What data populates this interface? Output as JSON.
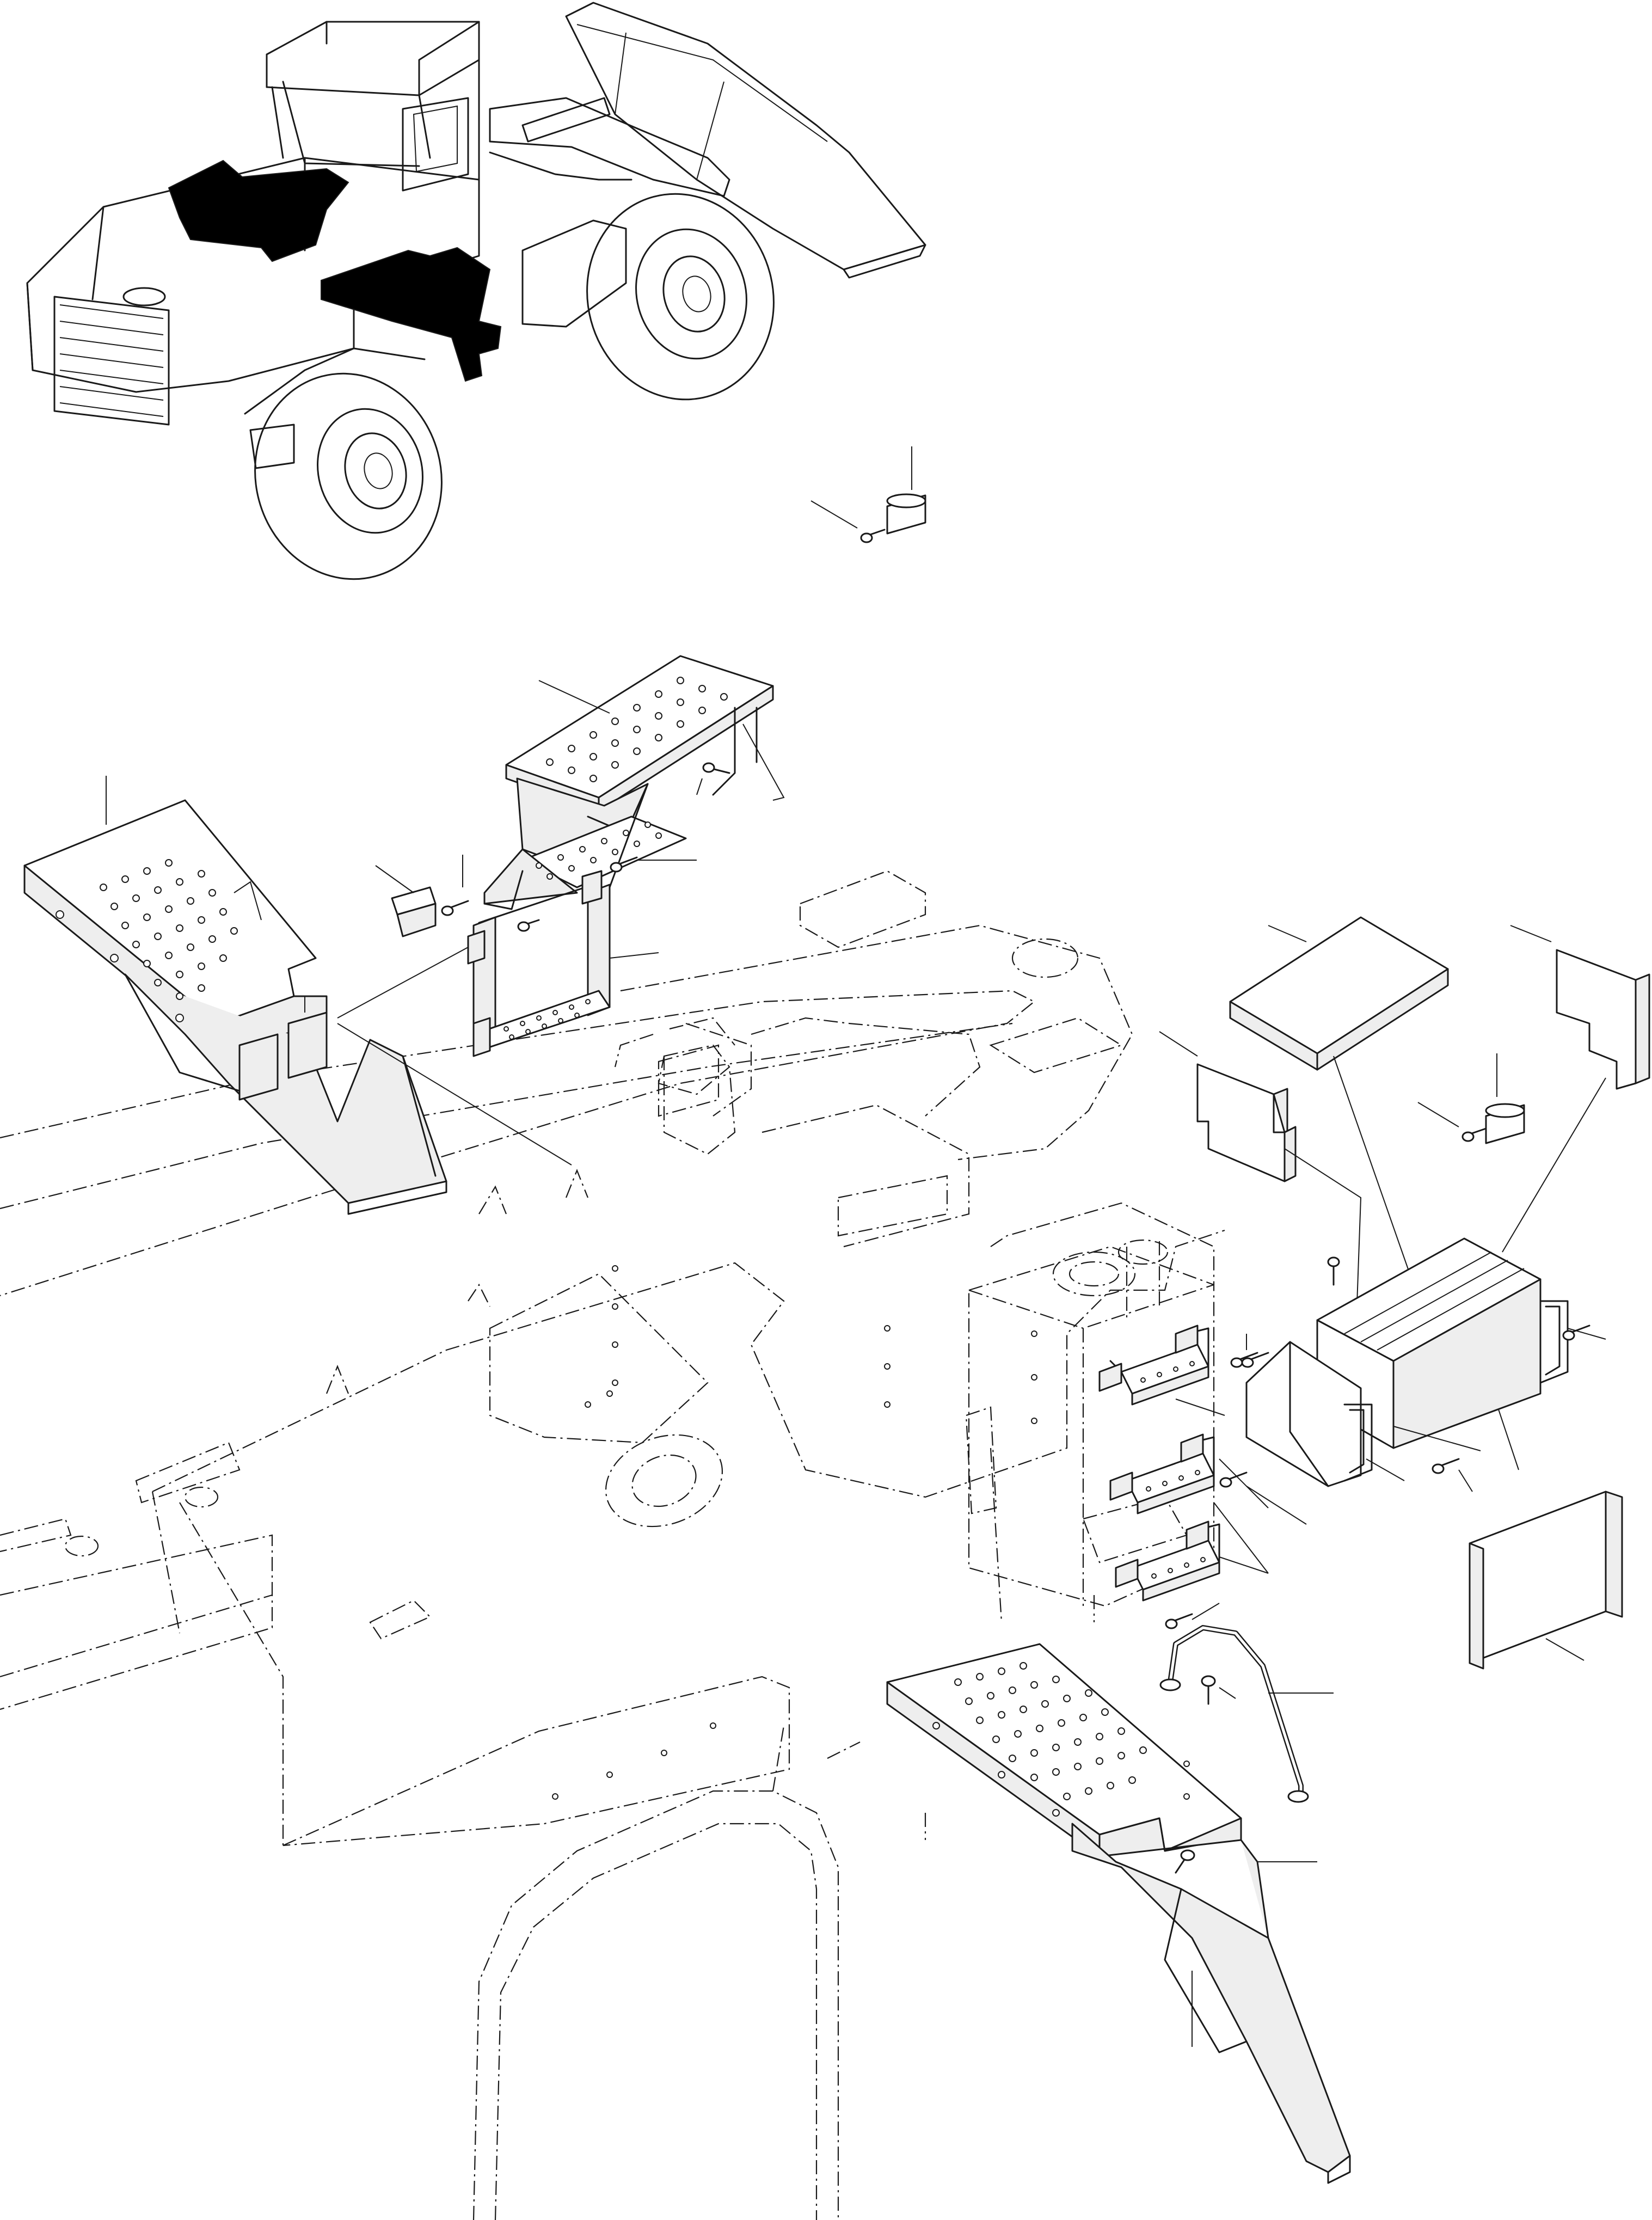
{
  "colors": {
    "line": "#1a1a1a",
    "accent": "#000000",
    "paper": "#ffffff"
  },
  "icons": [
    "wheel-loader-illustration",
    "step-assembly-part",
    "bolt-part",
    "spacer-part",
    "frame-outline",
    "cover-plate-part",
    "battery-box-part",
    "handrail-part"
  ]
}
